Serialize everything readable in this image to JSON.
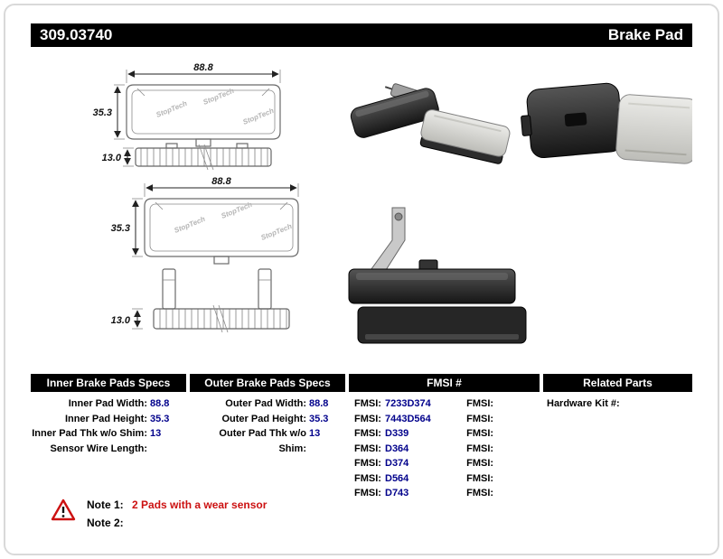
{
  "header": {
    "part_number": "309.03740",
    "product_title": "Brake Pad"
  },
  "diagrams": {
    "watermark": "StopTech",
    "pad1": {
      "width": "88.8",
      "height": "35.3",
      "thickness": "13.0"
    },
    "pad2": {
      "width": "88.8",
      "height": "35.3",
      "thickness": "13.0"
    }
  },
  "specs": {
    "inner": {
      "header": "Inner Brake Pads Specs",
      "rows": [
        {
          "label": "Inner Pad Width:",
          "value": "88.8"
        },
        {
          "label": "Inner Pad Height:",
          "value": "35.3"
        },
        {
          "label": "Inner Pad Thk w/o Shim:",
          "value": "13"
        },
        {
          "label": "Sensor Wire Length:",
          "value": ""
        }
      ]
    },
    "outer": {
      "header": "Outer Brake Pads Specs",
      "rows": [
        {
          "label": "Outer Pad Width:",
          "value": "88.8"
        },
        {
          "label": "Outer Pad Height:",
          "value": "35.3"
        },
        {
          "label": "Outer Pad Thk w/o Shim:",
          "value": "13"
        }
      ]
    },
    "fmsi": {
      "header": "FMSI #",
      "left": [
        {
          "label": "FMSI:",
          "value": "7233D374"
        },
        {
          "label": "FMSI:",
          "value": "7443D564"
        },
        {
          "label": "FMSI:",
          "value": "D339"
        },
        {
          "label": "FMSI:",
          "value": "D364"
        },
        {
          "label": "FMSI:",
          "value": "D374"
        },
        {
          "label": "FMSI:",
          "value": "D564"
        },
        {
          "label": "FMSI:",
          "value": "D743"
        }
      ],
      "right": [
        {
          "label": "FMSI:",
          "value": ""
        },
        {
          "label": "FMSI:",
          "value": ""
        },
        {
          "label": "FMSI:",
          "value": ""
        },
        {
          "label": "FMSI:",
          "value": ""
        },
        {
          "label": "FMSI:",
          "value": ""
        },
        {
          "label": "FMSI:",
          "value": ""
        },
        {
          "label": "FMSI:",
          "value": ""
        }
      ]
    },
    "related": {
      "header": "Related Parts",
      "rows": [
        {
          "label": "Hardware Kit #:",
          "value": ""
        }
      ]
    }
  },
  "notes": {
    "note1_label": "Note 1:",
    "note1_text": "2 Pads with a wear sensor",
    "note2_label": "Note 2:",
    "note2_text": ""
  },
  "colors": {
    "header_bg": "#000000",
    "header_text": "#ffffff",
    "value_text": "#00008b",
    "note_text": "#cc1111"
  }
}
